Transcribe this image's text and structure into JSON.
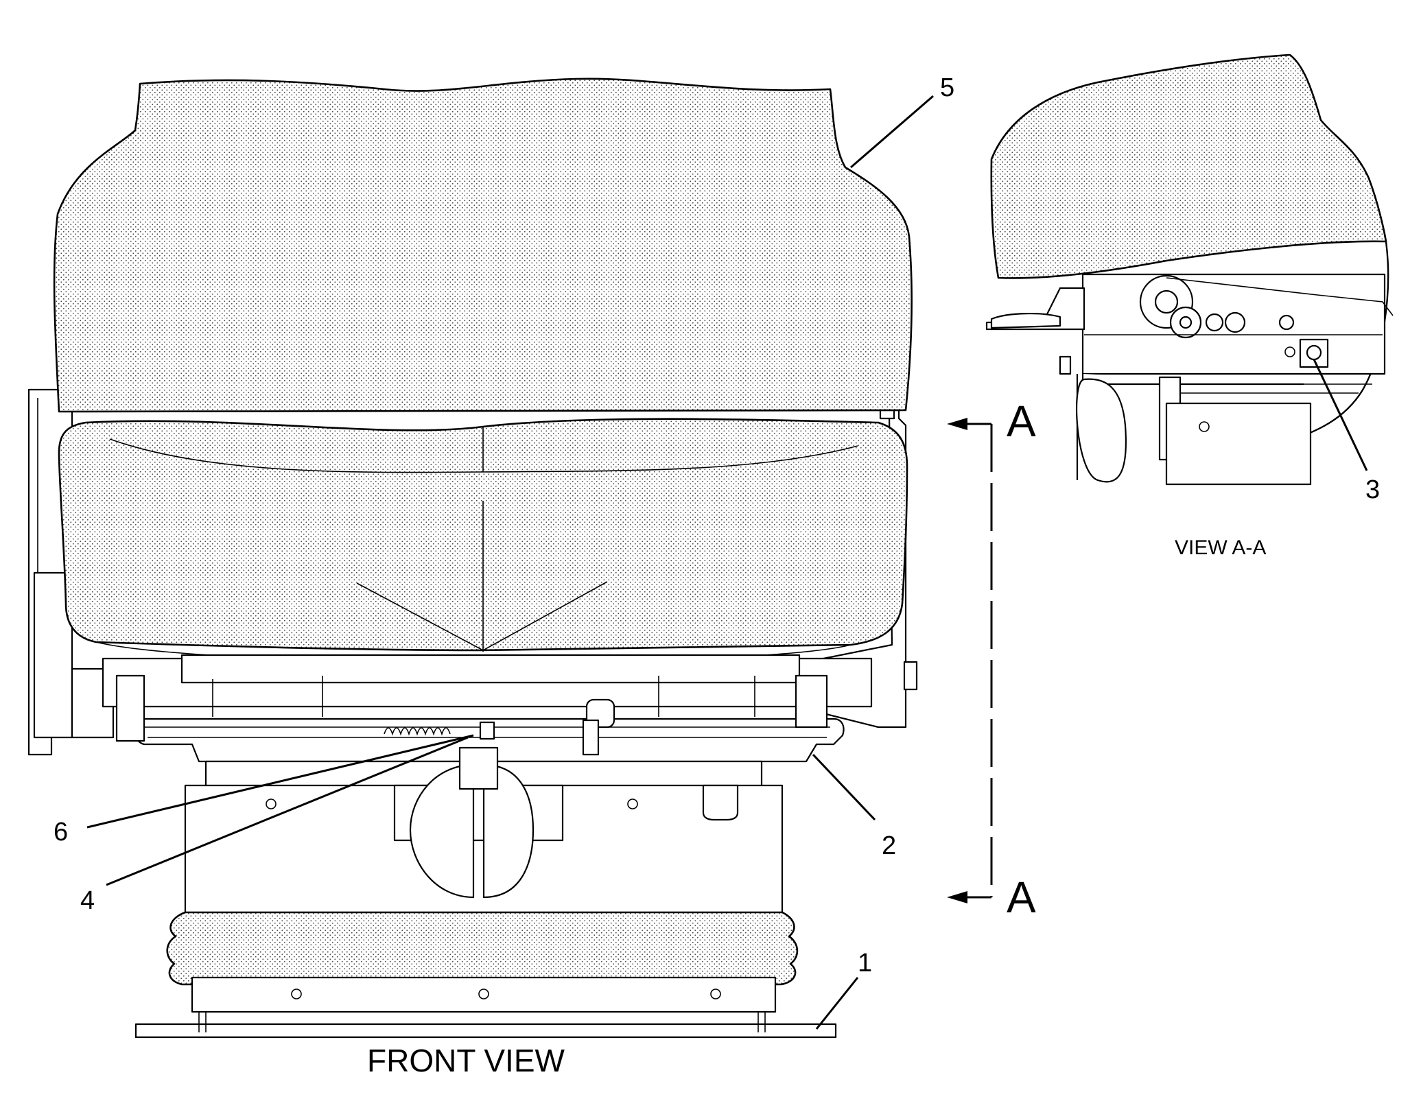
{
  "views": {
    "front": {
      "caption": "FRONT VIEW"
    },
    "section": {
      "caption": "VIEW A-A"
    }
  },
  "section_markers": [
    {
      "letter": "A"
    },
    {
      "letter": "A"
    }
  ],
  "callouts": [
    {
      "number": "1"
    },
    {
      "number": "2"
    },
    {
      "number": "3"
    },
    {
      "number": "4"
    },
    {
      "number": "5"
    },
    {
      "number": "6"
    }
  ]
}
